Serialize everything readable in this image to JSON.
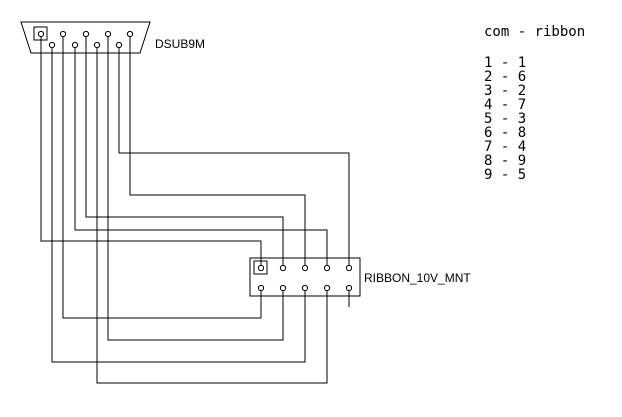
{
  "labels": {
    "dsub": "DSUB9M",
    "ribbon": "RIBBON_10V_MNT"
  },
  "mapping": {
    "header": "com - ribbon",
    "rows": [
      "1 - 1",
      "2 - 6",
      "3 - 2",
      "4 - 7",
      "5 - 3",
      "6 - 8",
      "7 - 4",
      "8 - 9",
      "9 - 5"
    ]
  }
}
